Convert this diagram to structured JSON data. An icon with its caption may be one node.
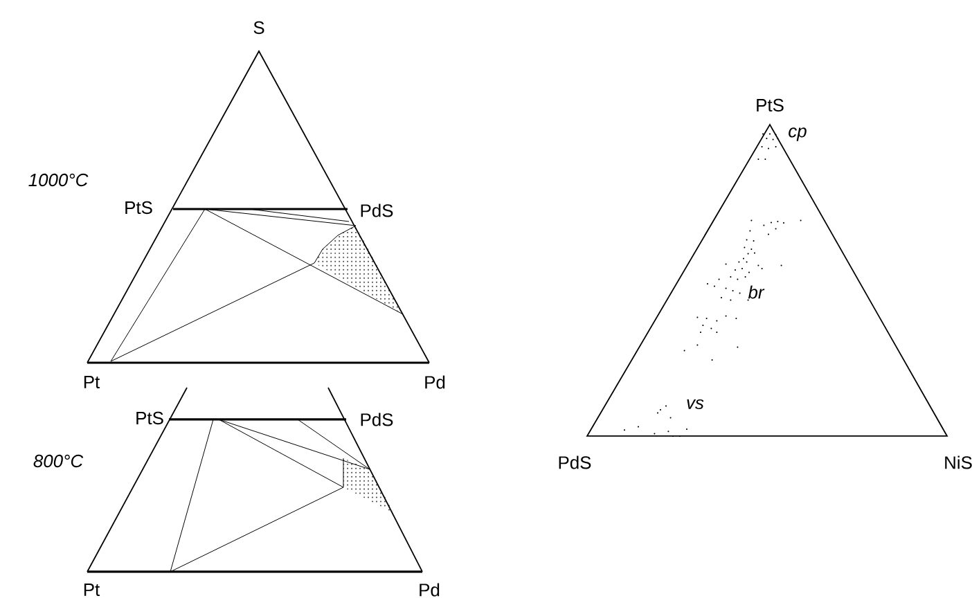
{
  "diagram": {
    "labels": [
      "S",
      "1000°C",
      "PtS",
      "PdS",
      "Pt",
      "Pd",
      "PtS",
      "PdS",
      "800°C",
      "Pt",
      "Pd",
      "PtS",
      "cp",
      "br",
      "vs",
      "PdS",
      "NiS"
    ]
  }
}
